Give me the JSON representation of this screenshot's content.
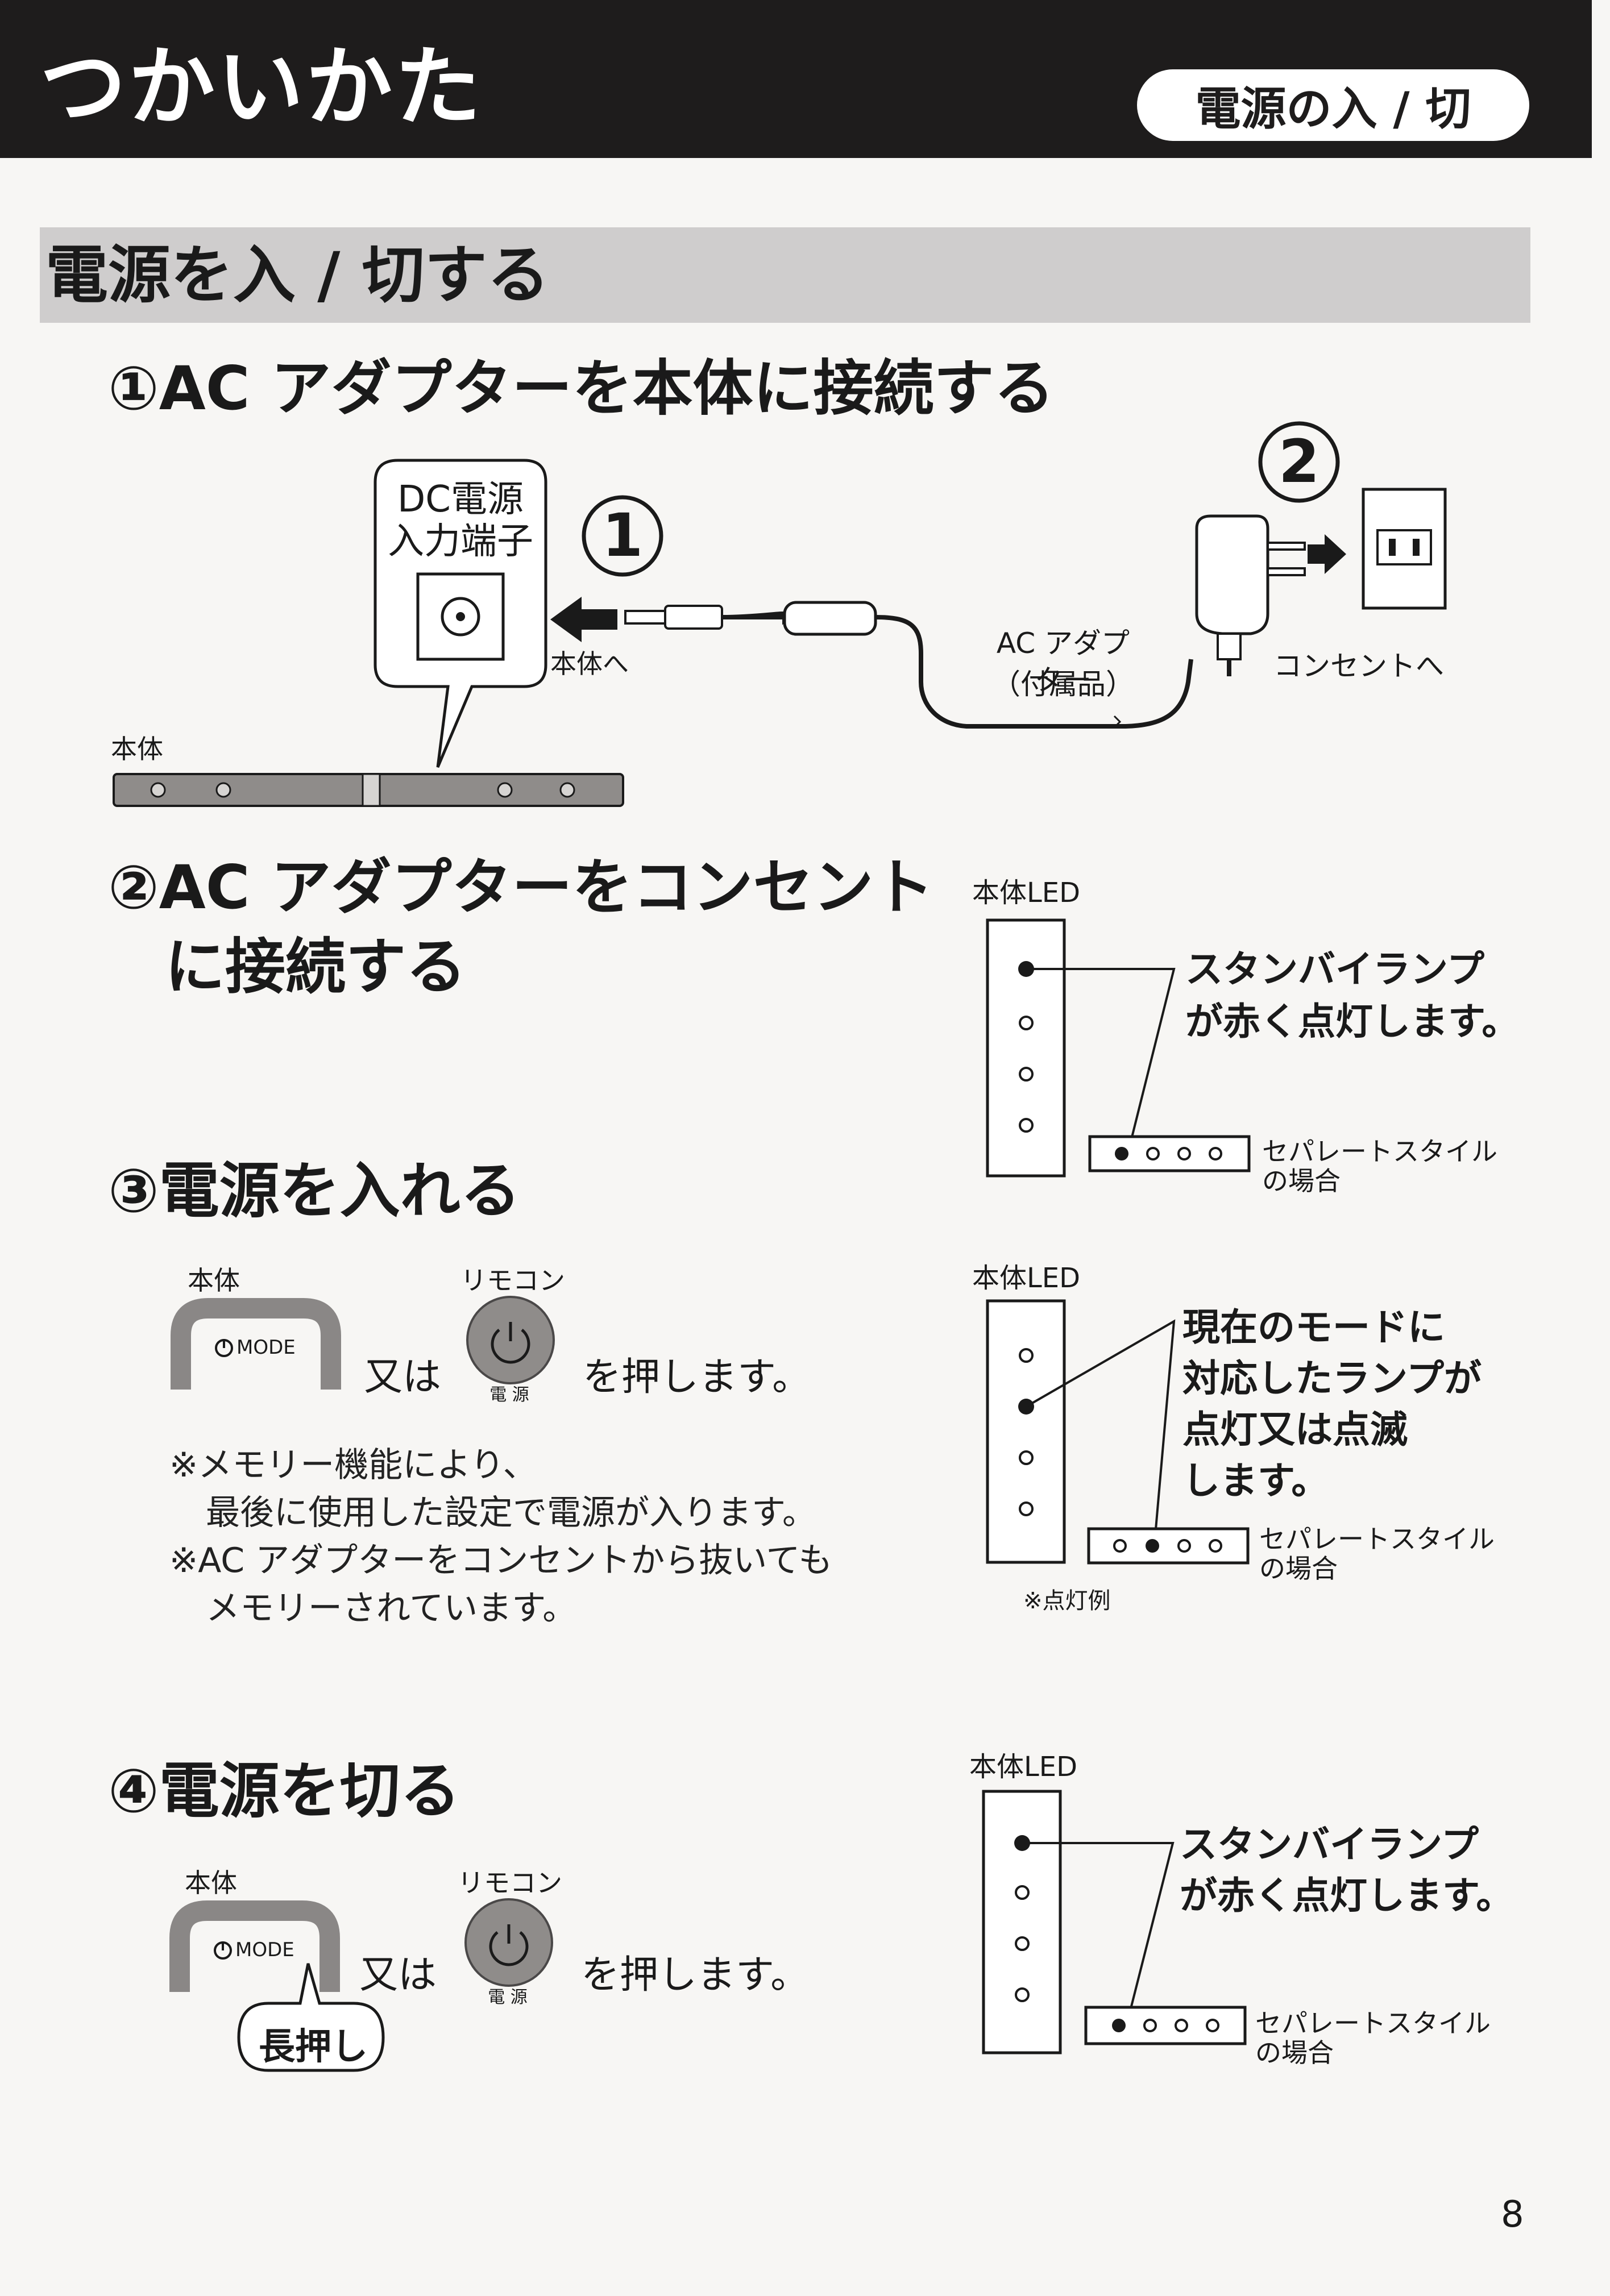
{
  "header": {
    "title": "つかいかた",
    "badge": "電源の入 / 切"
  },
  "section": {
    "title": "電源を入 / 切する"
  },
  "step1": {
    "title": "①AC アダプターを本体に接続する",
    "dc_label_line1": "DC電源",
    "dc_label_line2": "入力端子",
    "num1": "①",
    "num2": "②",
    "to_main": "本体へ",
    "adapter_line1": "AC アダプター",
    "adapter_line2": "（付属品）",
    "to_outlet": "コンセントへ",
    "main_unit": "本体"
  },
  "step2": {
    "title_line1": "②AC アダプターをコンセント",
    "title_line2": "に接続する",
    "led_label": "本体LED",
    "callout_line1": "スタンバイランプ",
    "callout_line2": "が赤く点灯します。",
    "sep_line1": "セパレートスタイル",
    "sep_line2": "の場合"
  },
  "step3": {
    "title": "③電源を入れる",
    "main_label": "本体",
    "remote_label": "リモコン",
    "mode_label": "MODE",
    "or": "又は",
    "power_label": "電 源",
    "press": "を押します。",
    "notes": [
      "※メモリー機能により、",
      "最後に使用した設定で電源が入ります。",
      "※AC アダプターをコンセントから抜いても",
      "メモリーされています。"
    ],
    "led_label": "本体LED",
    "callout_lines": [
      "現在のモードに",
      "対応したランプが",
      "点灯又は点滅",
      "します。"
    ],
    "sep_line1": "セパレートスタイル",
    "sep_line2": "の場合",
    "example": "※点灯例"
  },
  "step4": {
    "title": "④電源を切る",
    "main_label": "本体",
    "remote_label": "リモコン",
    "mode_label": "MODE",
    "or": "又は",
    "power_label": "電 源",
    "press": "を押します。",
    "long_press": "長押し",
    "led_label": "本体LED",
    "callout_line1": "スタンバイランプ",
    "callout_line2": "が赤く点灯します。",
    "sep_line1": "セパレートスタイル",
    "sep_line2": "の場合"
  },
  "page_number": "8"
}
